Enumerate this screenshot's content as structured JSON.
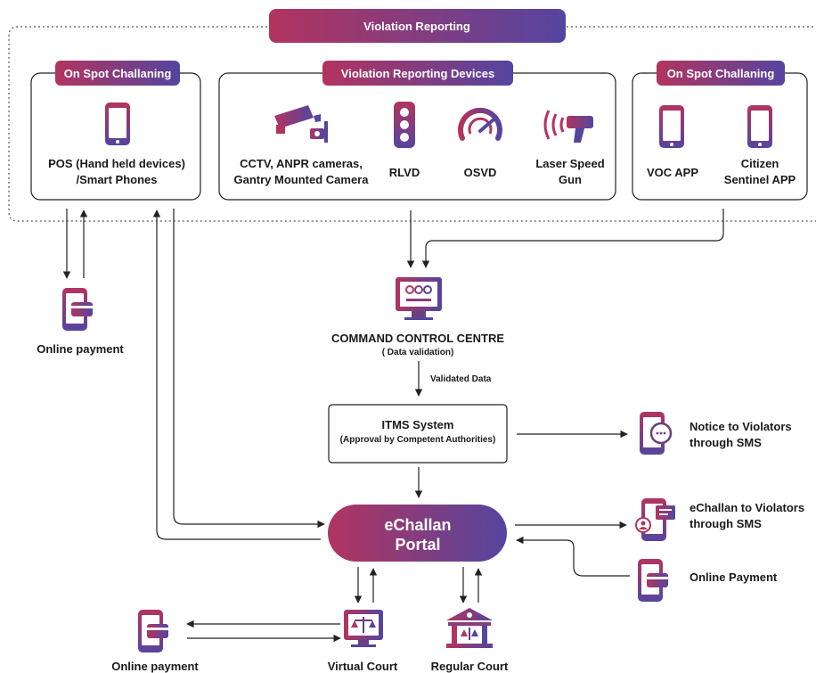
{
  "colors": {
    "accent_start": "#b2345f",
    "accent_end": "#55459f",
    "stroke": "#222222"
  },
  "top_banner": "Violation Reporting",
  "left_group": {
    "title": "On Spot Challaning",
    "device": {
      "icon": "smartphone-icon",
      "label_line1": "POS (Hand held devices)",
      "label_line2": "/Smart Phones"
    }
  },
  "center_group": {
    "title": "Violation Reporting Devices",
    "devices": [
      {
        "icon": "cctv-camera-icon",
        "label_line1": "CCTV, ANPR cameras,",
        "label_line2": "Gantry Mounted Camera"
      },
      {
        "icon": "traffic-light-icon",
        "label_line1": "RLVD",
        "label_line2": ""
      },
      {
        "icon": "speedometer-icon",
        "label_line1": "OSVD",
        "label_line2": ""
      },
      {
        "icon": "speed-gun-icon",
        "label_line1": "Laser Speed",
        "label_line2": "Gun"
      }
    ]
  },
  "right_group": {
    "title": "On Spot Challaning",
    "devices": [
      {
        "icon": "smartphone-icon",
        "label_line1": "VOC APP",
        "label_line2": ""
      },
      {
        "icon": "smartphone-icon",
        "label_line1": "Citizen",
        "label_line2": "Sentinel APP"
      }
    ]
  },
  "online_payment_left": "Online payment",
  "command_centre": {
    "icon": "monitor-dashboard-icon",
    "title": "COMMAND CONTROL CENTRE",
    "subtitle": "( Data validation)"
  },
  "validated_data": "Validated Data",
  "itms": {
    "title": "ITMS System",
    "subtitle": "(Approval by Competent Authorities)"
  },
  "notice": {
    "icon": "sms-chat-phone-icon",
    "line1": "Notice to Violators",
    "line2": "through SMS"
  },
  "portal": {
    "line1": "eChallan",
    "line2": "Portal"
  },
  "echallan_sms": {
    "icon": "phone-message-user-icon",
    "line1": "eChallan to Violators",
    "line2": "through SMS"
  },
  "online_payment_right": "Online Payment",
  "virtual_court": "Virtual Court",
  "regular_court": "Regular Court",
  "online_payment_bottom": "Online payment"
}
